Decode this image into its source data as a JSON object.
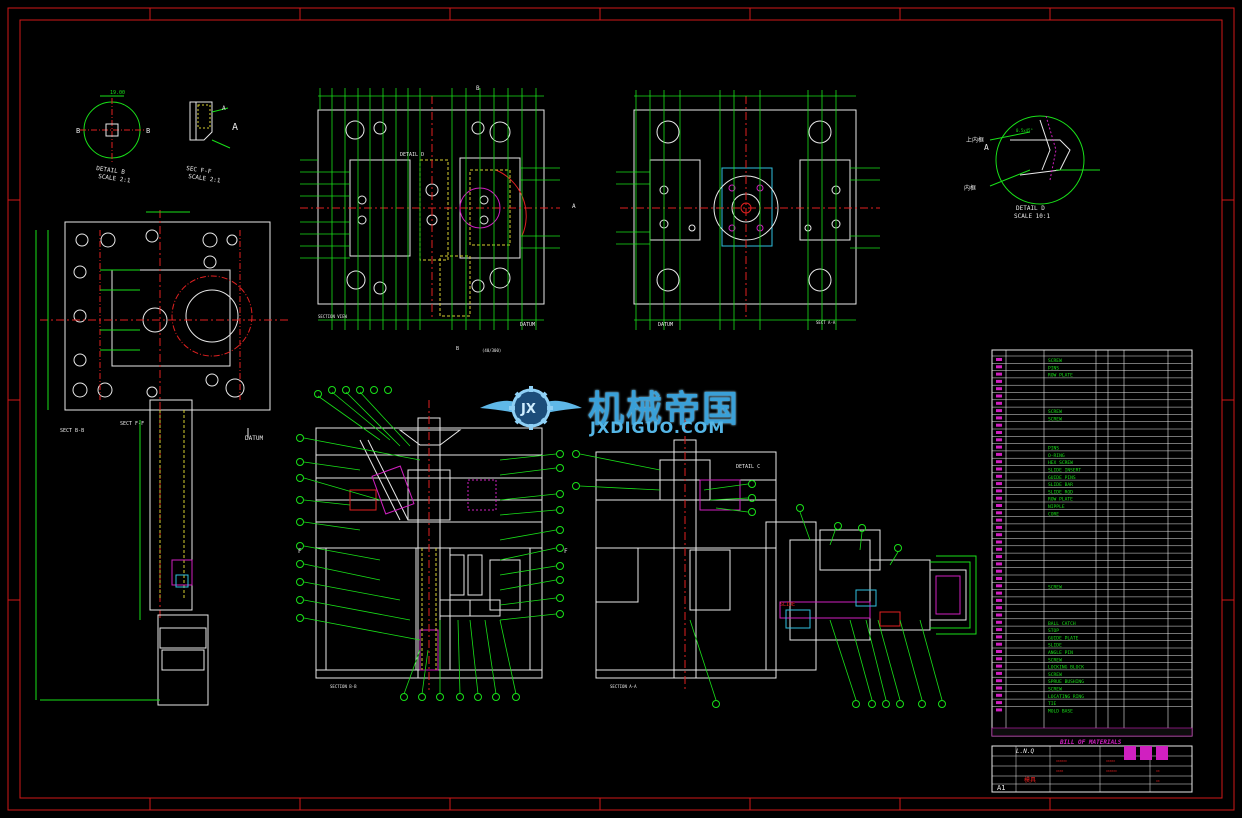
{
  "colors": {
    "background": "#000000",
    "frame": "#d01818",
    "geometry": "#e8e8e8",
    "dimension": "#19e019",
    "centerline": "#e02020",
    "hidden": "#d8d030",
    "accent": "#d020c0",
    "cyan": "#30c0e0",
    "watermark": "#3aa0d8"
  },
  "watermark": {
    "logo_letters": "JX",
    "cn": "机械帝国",
    "en": "JXDIGUO.COM"
  },
  "views": {
    "detail_b": "DETAIL B",
    "detail_b_scale": "SCALE 2:1",
    "section_ff": "SEC F-F",
    "section_ff_scale": "SCALE 2:1",
    "detail_d": "DETAIL D",
    "detail_d_scale": "SCALE 10:1",
    "detail_c": "DETAIL C",
    "datum": "DATUM"
  },
  "bom": {
    "title": "BILL OF MATERIALS",
    "rows": [
      "SCREW",
      "PINS",
      "ROW PLATE",
      "",
      "",
      "",
      "",
      "SCREW",
      "SCREW",
      "",
      "",
      "",
      "PINS",
      "O-RING",
      "HEX SCREW",
      "SLIDE INSERT",
      "GUIDE PINS",
      "SLIDE BAR",
      "SLIDE ROD",
      "ROW PLATE",
      "NIPPLE",
      "CORE",
      "",
      "",
      "",
      "",
      "",
      "",
      "",
      "",
      "",
      "SCREW",
      "",
      "",
      "",
      "",
      "BALL CATCH",
      "STOP",
      "GUIDE PLATE",
      "SLIDE",
      "ANGLE PIN",
      "SCREW",
      "LOCKING BLOCK",
      "SCREW",
      "SPRUE BUSHING",
      "SCREW",
      "LOCATING RING",
      "TIE",
      "MOLD BASE"
    ]
  },
  "title_block": {
    "company": "L.N.Q",
    "sheet_size": "A1",
    "stamp": "模具"
  }
}
